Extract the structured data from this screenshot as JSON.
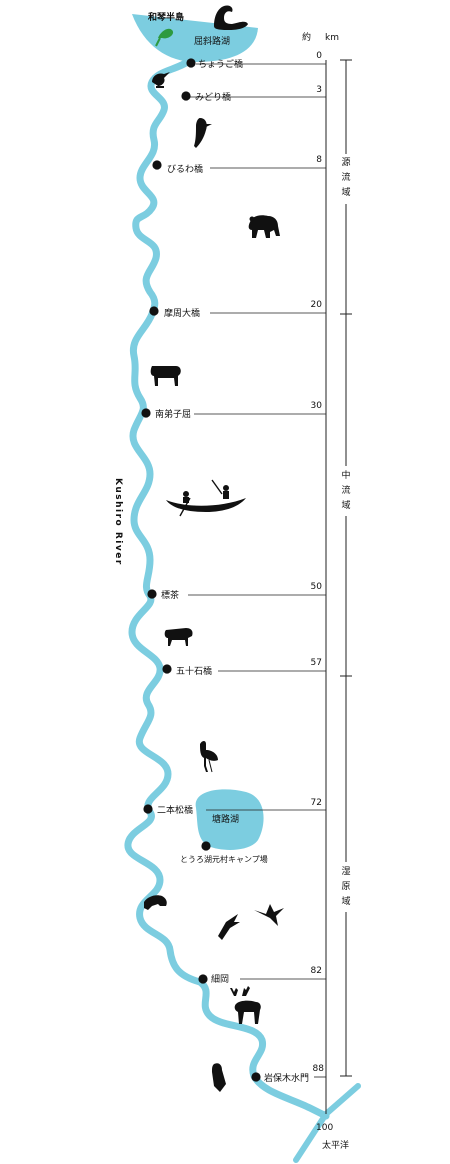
{
  "header": {
    "unit_approx": "約",
    "unit_km": "km"
  },
  "lakes": {
    "top_label": "屈斜路湖",
    "top_peninsula": "和琴半島",
    "middle_label": "塘路湖"
  },
  "river_name": "Kushiro River",
  "ocean_label": "太平洋",
  "points": [
    {
      "label": "ちょうご橋",
      "km": "0"
    },
    {
      "label": "みどり橋",
      "km": "3"
    },
    {
      "label": "びるわ橋",
      "km": "8"
    },
    {
      "label": "摩周大橋",
      "km": "20"
    },
    {
      "label": "南弟子屈",
      "km": "30"
    },
    {
      "label": "標茶",
      "km": "50"
    },
    {
      "label": "五十石橋",
      "km": "57"
    },
    {
      "label": "二本松橋",
      "km": "72"
    },
    {
      "label": "細岡",
      "km": "82"
    },
    {
      "label": "岩保木水門",
      "km": "88"
    },
    {
      "label": "",
      "km": "100"
    }
  ],
  "campsite": "とうろ湖元村キャンプ場",
  "zones": [
    {
      "label": "源流域"
    },
    {
      "label": "中流域"
    },
    {
      "label": "湿原域"
    }
  ],
  "icons": [
    "swan-icon",
    "kingfisher-icon",
    "woodpecker-icon",
    "bear-icon",
    "cow-icon",
    "canoe-icon",
    "cow-icon",
    "crane-icon",
    "otter-icon",
    "crane-flying-icon",
    "crane-flying-icon",
    "deer-icon",
    "eagle-icon"
  ],
  "colors": {
    "river": "#7ccde0",
    "ink": "#111111"
  }
}
